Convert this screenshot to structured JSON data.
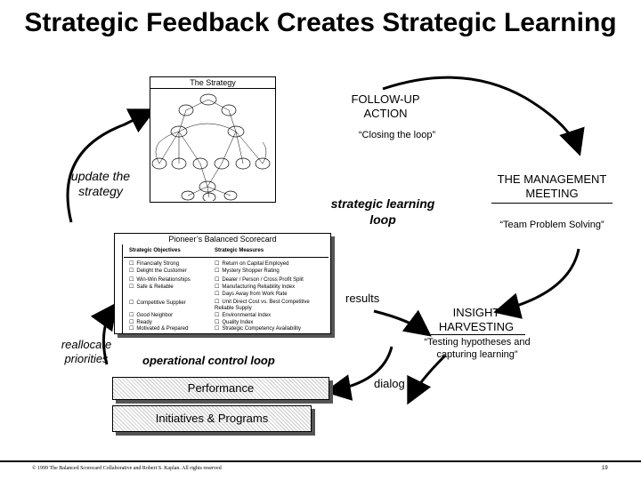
{
  "title": "Strategic Feedback Creates Strategic Learning",
  "strategy_map": {
    "label": "The Strategy"
  },
  "followup": {
    "title": "FOLLOW-UP ACTION",
    "subtitle": "“Closing the loop”"
  },
  "update_strategy": "update the strategy",
  "strategic_loop": "strategic learning loop",
  "management_meeting": {
    "title": "THE MANAGEMENT MEETING",
    "subtitle": "“Team Problem Solving”"
  },
  "scorecard": {
    "title": "Pioneer’s Balanced Scorecard",
    "col_objectives": "Strategic Objectives",
    "col_measures": "Strategic Measures",
    "objectives": [
      "Financially Strong",
      "Delight the Customer",
      "Win-Win Relationships",
      "Safe & Reliable",
      "Competitive Supplier",
      "Good Neighbor",
      "Ready",
      "Motivated & Prepared"
    ],
    "measures": [
      "Return on Capital Employed",
      "Mystery Shopper Rating",
      "Dealer / Person / Cross Profit Split",
      "Manufacturing Reliability Index",
      "Days Away from Work Rate",
      "Unit Direct Cost vs. Best Competitive Reliable Supply",
      "Environmental Index",
      "Quality Index",
      "Strategic Competency Availability"
    ]
  },
  "results": "results",
  "insight": {
    "title": "INSIGHT HARVESTING",
    "subtitle": "“Testing hypotheses and capturing learning”"
  },
  "reallocate": "reallocate priorities",
  "operational_loop": "operational control loop",
  "performance": "Performance",
  "dialog": "dialog",
  "initiatives": "Initiatives & Programs",
  "footer": {
    "copyright": "© 1999 The Balanced Scorecard Collaborative and Robert S. Kaplan. All rights reserved",
    "page": "19"
  }
}
